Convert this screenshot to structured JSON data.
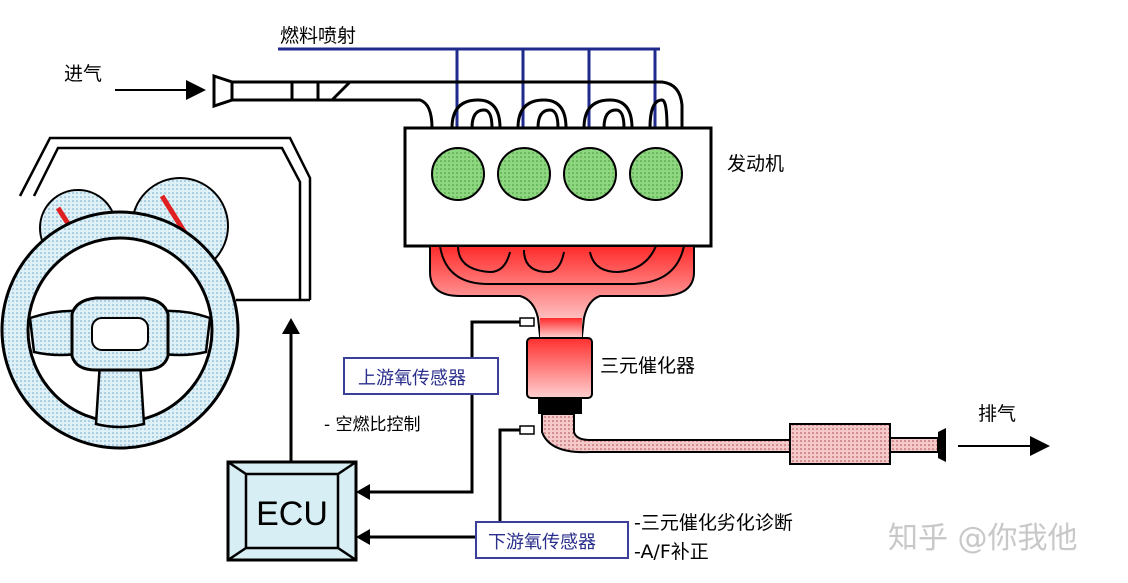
{
  "labels": {
    "fuel_injection": "燃料喷射",
    "intake": "进气",
    "engine": "发动机",
    "catalytic_converter": "三元催化器",
    "exhaust": "排气",
    "upstream_o2_sensor": "上游氧传感器",
    "downstream_o2_sensor": "下游氧传感器",
    "air_fuel_control": "- 空燃比控制",
    "catalyst_diagnosis": "-三元催化劣化诊断",
    "af_correction": "-A/F补正",
    "ecu": "ECU",
    "watermark": "知乎 @你我他"
  },
  "colors": {
    "fuel_line": "#1f2a8c",
    "cylinder": "#7ccf6e",
    "exhaust_hot": "#ff3a3a",
    "label_border": "#3a3f9a",
    "ecu_fill": "#d7eef4",
    "gauge_needle": "#e02020"
  },
  "icons": {
    "steering_wheel": "steering-wheel-icon",
    "gauges": "dashboard-gauge-icon"
  }
}
